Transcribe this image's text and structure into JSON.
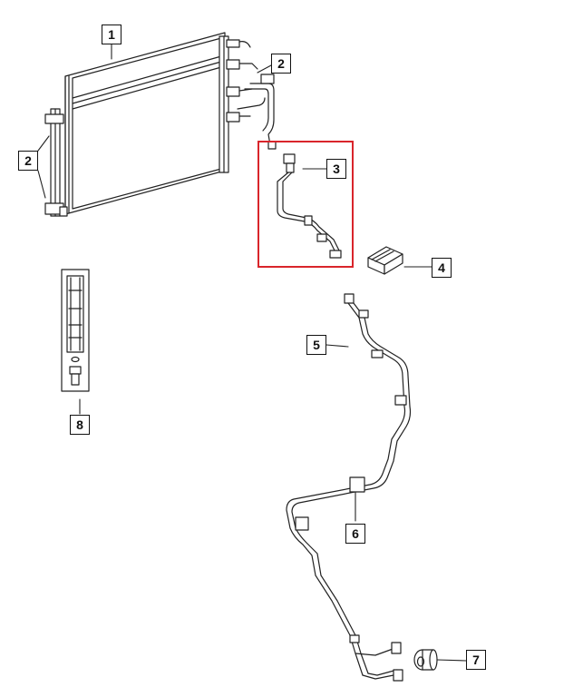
{
  "diagram": {
    "callouts": [
      {
        "id": "callout-1",
        "label": "1"
      },
      {
        "id": "callout-2a",
        "label": "2"
      },
      {
        "id": "callout-2b",
        "label": "2"
      },
      {
        "id": "callout-3",
        "label": "3"
      },
      {
        "id": "callout-4",
        "label": "4"
      },
      {
        "id": "callout-5",
        "label": "5"
      },
      {
        "id": "callout-6",
        "label": "6"
      },
      {
        "id": "callout-7",
        "label": "7"
      },
      {
        "id": "callout-8",
        "label": "8"
      }
    ],
    "highlight_color": "#d9252b",
    "line_color": "#222222"
  }
}
